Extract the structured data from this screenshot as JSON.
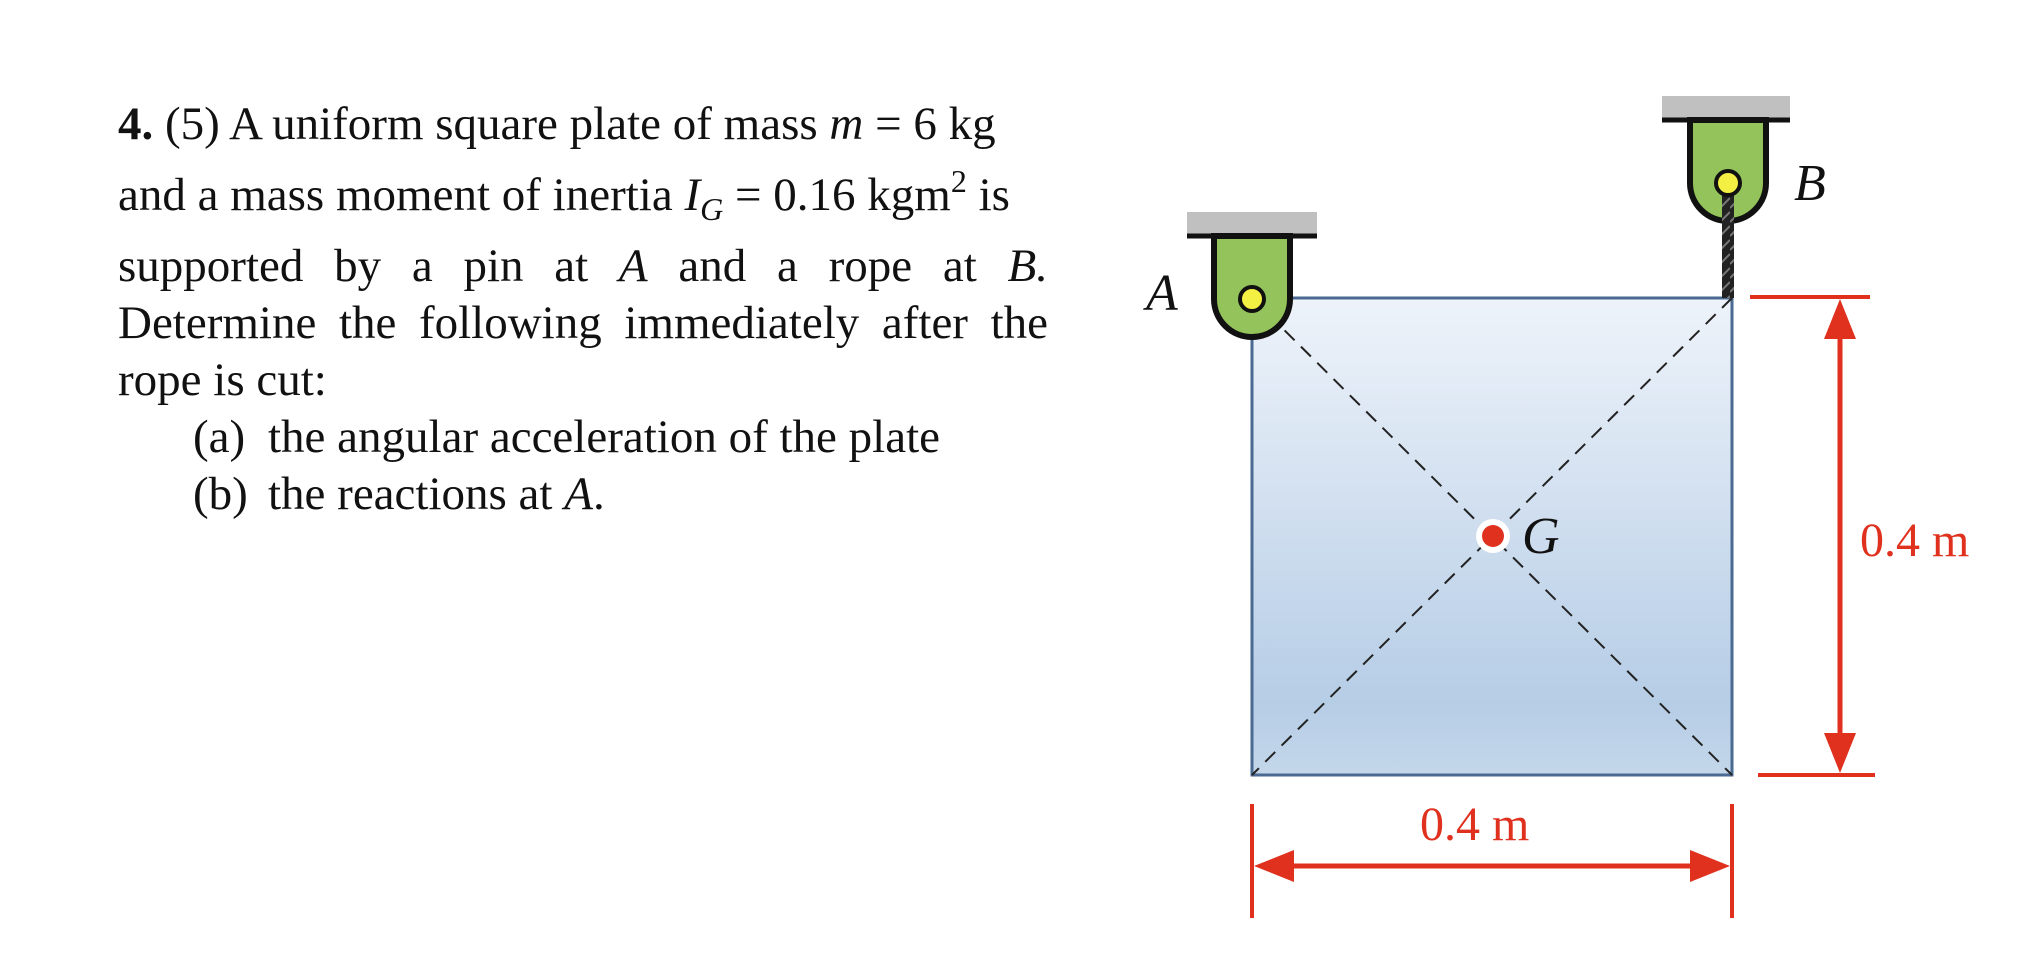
{
  "problem": {
    "number": "4.",
    "points": "(5)",
    "l1_a": "A uniform square plate of mass",
    "l1_var": "m",
    "l1_b": "= 6 kg",
    "l2_a": "and a mass moment of inertia",
    "l2_var": "I",
    "l2_sub": "G",
    "l2_b": "= 0.16 kgm",
    "l2_sup": "2",
    "l2_c": "is",
    "l3": [
      "supported",
      "by",
      "a",
      "pin",
      "at",
      "A",
      "and",
      "a",
      "rope",
      "at",
      "B."
    ],
    "l4": [
      "Determine",
      "the",
      "following",
      "immediately",
      "after",
      "the"
    ],
    "l5": "rope is cut:",
    "a_tag": "(a)",
    "a_text": "the angular acceleration of the plate",
    "b_tag": "(b)",
    "b_text": "the reactions at",
    "b_var": "A",
    "b_end": "."
  },
  "figure": {
    "label_A": "A",
    "label_B": "B",
    "label_G": "G",
    "width_label": "0.4 m",
    "height_label": "0.4 m",
    "colors": {
      "dimension": "#e0311f",
      "bracket": "#93c35a",
      "pin": "#f4ef43",
      "center": "#e0311f",
      "plate_top": "#eef3fa",
      "plate_bottom": "#b6cde6",
      "plate_edge": "#4a6a92",
      "support": "#c0c0c0"
    }
  }
}
